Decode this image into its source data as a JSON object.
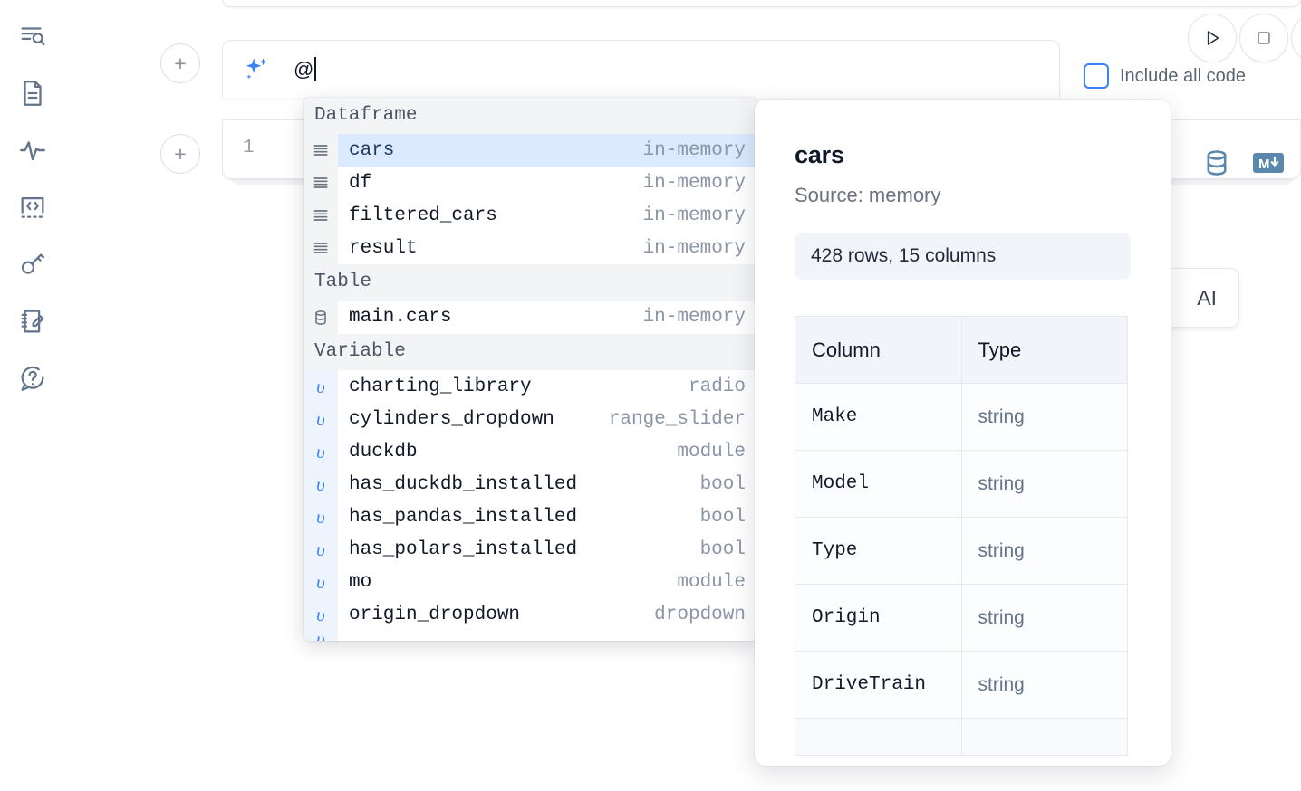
{
  "sidebar": {
    "items": [
      {
        "name": "explore-outline-icon",
        "label": "Outline"
      },
      {
        "name": "file-document-icon",
        "label": "Notebook file"
      },
      {
        "name": "activity-pulse-icon",
        "label": "Activity"
      },
      {
        "name": "code-snippets-icon",
        "label": "Snippets"
      },
      {
        "name": "key-secrets-icon",
        "label": "Secrets"
      },
      {
        "name": "scratchpad-edit-icon",
        "label": "Scratchpad"
      },
      {
        "name": "help-chat-icon",
        "label": "Help"
      }
    ]
  },
  "toolbar": {
    "run_label": "Run",
    "stop_label": "Stop",
    "more_label": "More",
    "include_all_code_label": "Include all code",
    "include_all_code_checked": false,
    "accent_color": "#3b82f6"
  },
  "ai_prompt": {
    "icon": "sparkle-ai-icon",
    "value": "@",
    "placeholder": ""
  },
  "cell": {
    "line_number": "1",
    "icons": [
      {
        "name": "database-icon",
        "label": "Database"
      },
      {
        "name": "markdown-icon",
        "label": "Markdown",
        "text": "M"
      }
    ]
  },
  "ghost_button": {
    "label": "AI"
  },
  "dropdown": {
    "groups": [
      {
        "label": "Dataframe",
        "items": [
          {
            "icon": "dataframe-icon",
            "name": "cars",
            "type": "in-memory",
            "selected": true
          },
          {
            "icon": "dataframe-icon",
            "name": "df",
            "type": "in-memory",
            "selected": false
          },
          {
            "icon": "dataframe-icon",
            "name": "filtered_cars",
            "type": "in-memory",
            "selected": false
          },
          {
            "icon": "dataframe-icon",
            "name": "result",
            "type": "in-memory",
            "selected": false
          }
        ]
      },
      {
        "label": "Table",
        "items": [
          {
            "icon": "table-db-icon",
            "name": "main.cars",
            "type": "in-memory",
            "selected": false
          }
        ]
      },
      {
        "label": "Variable",
        "items": [
          {
            "icon": "variable-icon",
            "name": "charting_library",
            "type": "radio",
            "selected": false
          },
          {
            "icon": "variable-icon",
            "name": "cylinders_dropdown",
            "type": "range_slider",
            "selected": false
          },
          {
            "icon": "variable-icon",
            "name": "duckdb",
            "type": "module",
            "selected": false
          },
          {
            "icon": "variable-icon",
            "name": "has_duckdb_installed",
            "type": "bool",
            "selected": false
          },
          {
            "icon": "variable-icon",
            "name": "has_pandas_installed",
            "type": "bool",
            "selected": false
          },
          {
            "icon": "variable-icon",
            "name": "has_polars_installed",
            "type": "bool",
            "selected": false
          },
          {
            "icon": "variable-icon",
            "name": "mo",
            "type": "module",
            "selected": false
          },
          {
            "icon": "variable-icon",
            "name": "origin_dropdown",
            "type": "dropdown",
            "selected": false
          }
        ]
      }
    ]
  },
  "preview": {
    "title": "cars",
    "source": "Source: memory",
    "shape": "428 rows, 15 columns",
    "columns_header": "Column",
    "type_header": "Type",
    "rows": [
      {
        "column": "Make",
        "type": "string"
      },
      {
        "column": "Model",
        "type": "string"
      },
      {
        "column": "Type",
        "type": "string"
      },
      {
        "column": "Origin",
        "type": "string"
      },
      {
        "column": "DriveTrain",
        "type": "string"
      }
    ]
  }
}
